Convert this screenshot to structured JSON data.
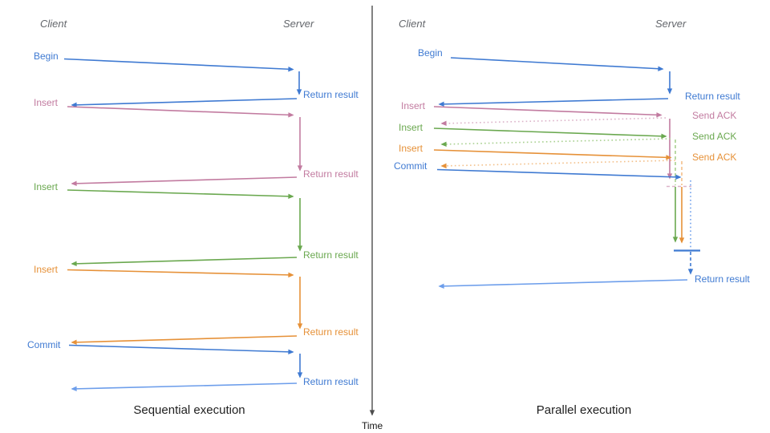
{
  "colors": {
    "blue": "#3f7ad2",
    "blue_light": "#6d9eeb",
    "pink": "#c27ba0",
    "pink_light": "#dcb3c9",
    "green": "#6aa84f",
    "green_light": "#a8d08f",
    "orange": "#e69138",
    "orange_light": "#f3c08a",
    "axis": "#4d4d4d",
    "header_gray": "#63666b",
    "title_dark": "#1f1f1f"
  },
  "time_axis": {
    "label": "Time"
  },
  "left": {
    "title": "Sequential execution",
    "client": "Client",
    "server": "Server",
    "ops": [
      {
        "label": "Begin",
        "result": "Return result"
      },
      {
        "label": "Insert",
        "result": "Return result"
      },
      {
        "label": "Insert",
        "result": "Return result"
      },
      {
        "label": "Insert",
        "result": "Return result"
      },
      {
        "label": "Commit",
        "result": "Return result"
      }
    ]
  },
  "right": {
    "title": "Parallel execution",
    "client": "Client",
    "server": "Server",
    "ops": [
      {
        "label": "Begin",
        "result": "Return result"
      },
      {
        "label": "Insert",
        "ack": "Send ACK"
      },
      {
        "label": "Insert",
        "ack": "Send ACK"
      },
      {
        "label": "Insert",
        "ack": "Send ACK"
      },
      {
        "label": "Commit",
        "result": "Return result"
      }
    ]
  }
}
